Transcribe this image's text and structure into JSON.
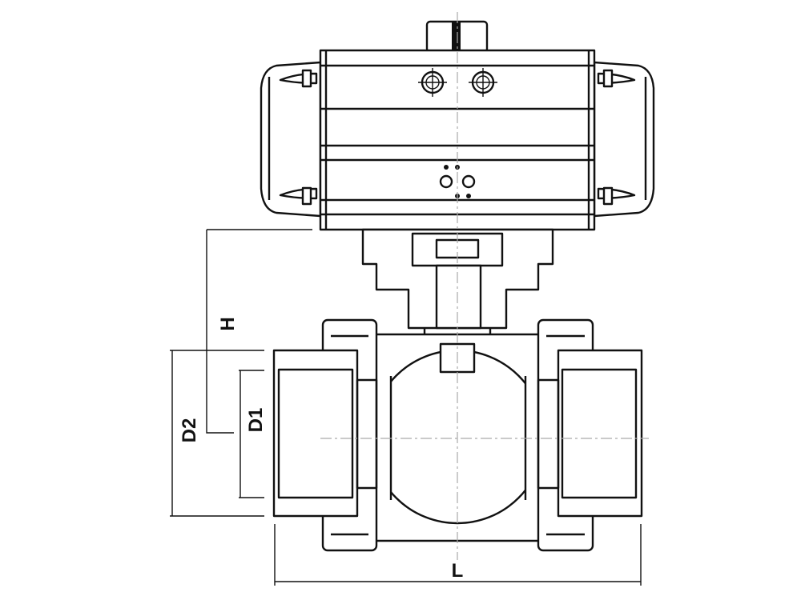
{
  "drawing": {
    "dimensions": {
      "height_label": "H",
      "outer_diameter_label": "D2",
      "inner_diameter_label": "D1",
      "length_label": "L"
    },
    "line_color": "#111111",
    "centerline_color": "#aaaaaa"
  }
}
